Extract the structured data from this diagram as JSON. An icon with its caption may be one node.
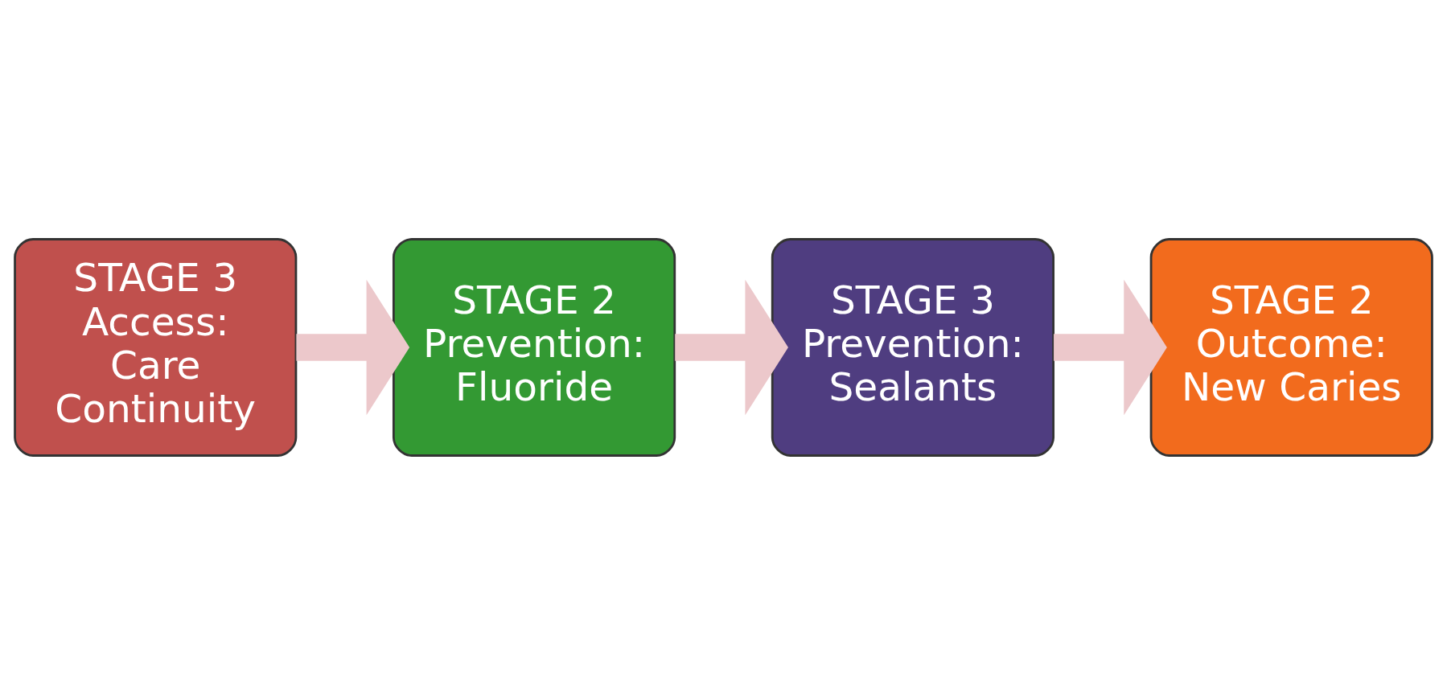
{
  "diagram": {
    "nodes": [
      {
        "text": [
          "STAGE 3 Access: Care Continuity"
        ]
      },
      {
        "text": [
          "STAGE 2 Prevention: Fluoride"
        ]
      },
      {
        "text": [
          "STAGE 3 Prevention: Sealants"
        ]
      },
      {
        "text": [
          "STAGE 2 Outcome: New Caries"
        ]
      }
    ],
    "edges": [
      {
        "from": 0,
        "to": 1,
        "arrow": "to"
      },
      {
        "from": 1,
        "to": 2,
        "arrow": "to"
      },
      {
        "from": 2,
        "to": 3,
        "arrow": "to"
      }
    ]
  }
}
